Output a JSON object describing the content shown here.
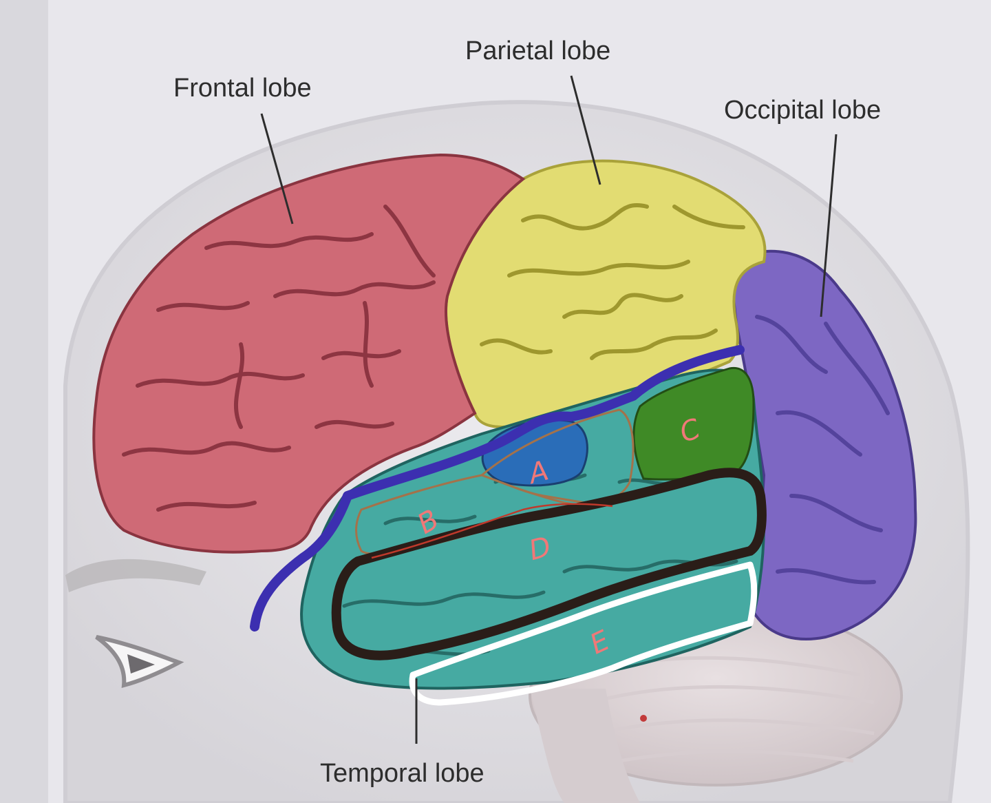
{
  "labels": {
    "frontal": "Frontal lobe",
    "parietal": "Parietal lobe",
    "occipital": "Occipital lobe",
    "temporal": "Temporal lobe"
  },
  "regions": {
    "a": "A",
    "b": "B",
    "c": "C",
    "d": "D",
    "e": "E"
  },
  "colors": {
    "frontal": "#cf6a76",
    "parietal": "#e2dc72",
    "occipital": "#7d67c3",
    "temporal": "#46aaa2",
    "region_a": "#2a6db8",
    "region_c": "#3f8a26",
    "sylvian_line": "#3c2fb0",
    "outline_d": "#2a1d18",
    "outline_e": "#ffffff",
    "letters": "#f07878"
  }
}
